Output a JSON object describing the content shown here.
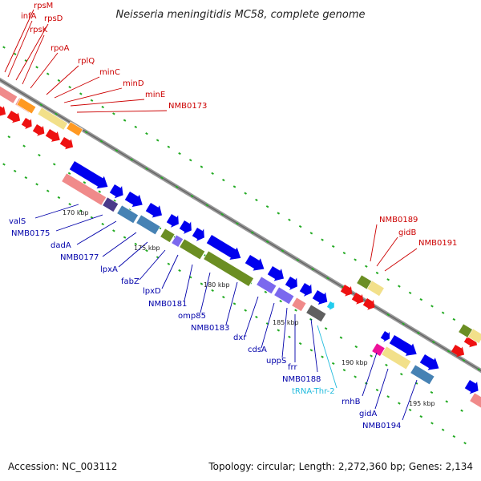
{
  "title": "Neisseria meningitidis MC58, complete genome",
  "footer": {
    "accession": "Accession: NC_003112",
    "summary": "Topology: circular; Length: 2,272,360 bp; Genes: 2,134"
  },
  "scale_labels": [
    "170 kbp",
    "175 kbp",
    "180 kbp",
    "185 kbp",
    "190 kbp",
    "195 kbp"
  ],
  "top_genes": [
    "rpsM",
    "infA",
    "rpsD",
    "rpsK",
    "rpoA",
    "rplQ",
    "minC",
    "minD",
    "minE",
    "NMB0173"
  ],
  "bottom_genes": [
    "valS",
    "NMB0175",
    "dadA",
    "NMB0177",
    "lpxA",
    "fabZ",
    "lpxD",
    "NMB0181",
    "omp85",
    "NMB0183",
    "dxr",
    "cdsA",
    "uppS",
    "frr",
    "NMB0188",
    "tRNA-Thr-2"
  ],
  "right_top_genes": [
    "NMB0189",
    "gidB",
    "NMB0191"
  ],
  "right_bottom_genes": [
    "rnhB",
    "gidA",
    "NMB0194"
  ],
  "colors": {
    "forward_label": "#cc0000",
    "reverse_label": "#0000aa",
    "trna_label": "#22bbdd",
    "backbone": "#888888",
    "tick": "#22aa22"
  }
}
